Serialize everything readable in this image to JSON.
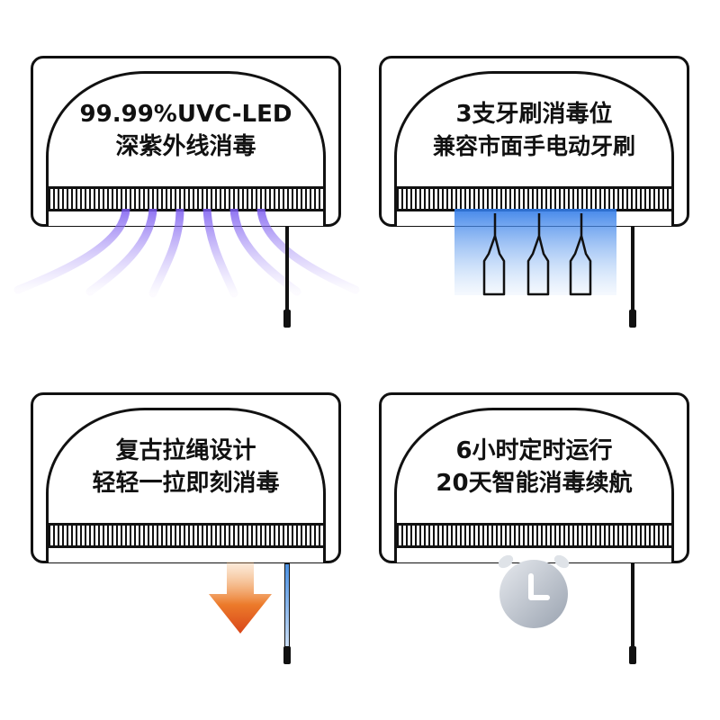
{
  "panels": [
    {
      "line1": "99.99%UVC-LED",
      "line2": "深紫外线消毒",
      "accent": "#8c6cf0"
    },
    {
      "line1": "3支牙刷消毒位",
      "line2": "兼容市面手电动牙刷",
      "accent": "#3b82f6"
    },
    {
      "line1": "复古拉绳设计",
      "line2": "轻轻一拉即刻消毒",
      "accent": "#e2571b"
    },
    {
      "line1": "6小时定时运行",
      "line2": "20天智能消毒续航",
      "accent": "#9aa3b0"
    }
  ],
  "icons": {
    "uv": "uv-light-rays-icon",
    "toothbrush": "toothbrush-holder-icon",
    "arrow": "pull-down-arrow-icon",
    "clock": "clock-icon"
  }
}
